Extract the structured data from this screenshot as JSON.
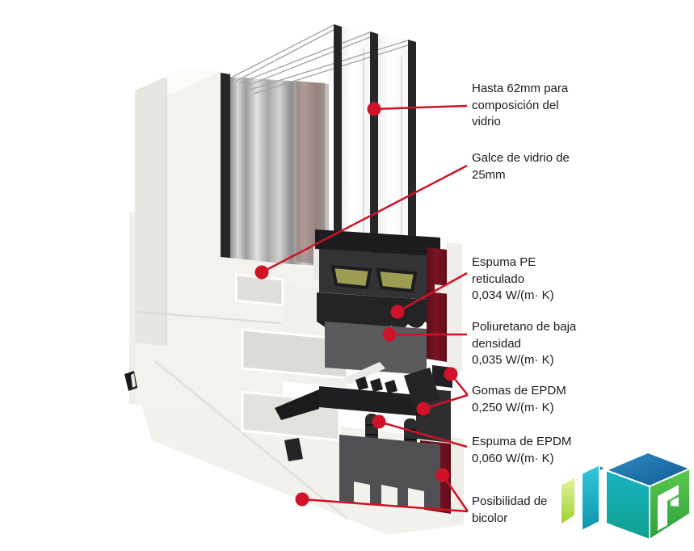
{
  "diagram": {
    "type": "aluminium-window-profile-cross-section",
    "background": "#ffffff",
    "accent_red": "#cf1228",
    "annotations": [
      {
        "id": "glass-composition",
        "text": "Hasta 62mm para composición del vidrio",
        "value": ""
      },
      {
        "id": "glass-rebate",
        "text": "Galce de vidrio de 25mm",
        "value": ""
      },
      {
        "id": "pe-foam",
        "text": "Espuma PE reticulado",
        "value": "0,034 W/(m· K)"
      },
      {
        "id": "polyurethane",
        "text": "Poliuretano de baja densidad",
        "value": "0,035 W/(m· K)"
      },
      {
        "id": "epdm-gaskets",
        "text": "Gomas de EPDM",
        "value": "0,250 W/(m· K)"
      },
      {
        "id": "epdm-foam",
        "text": "Espuma de EPDM",
        "value": "0,060 W/(m· K)"
      },
      {
        "id": "bicolor",
        "text": "Posibilidad de bicolor",
        "value": ""
      }
    ],
    "materials": {
      "frame_white": "#f3f2ed",
      "frame_shadow": "#e7e6e1",
      "glazing_bar_black": "#272727",
      "thermal_break_dark": "#333335",
      "pe_foam_olive": "#9c9c52",
      "polyurethane_gray": "#5a5a5c",
      "epdm_black": "#202022",
      "bicolor_maroon": "#6e0f1e"
    },
    "logo": {
      "name": "brand-logo",
      "colors": {
        "lime": "#a8d82e",
        "cyan": "#14aac4",
        "blue": "#1a6fae",
        "green": "#3cb54a"
      }
    }
  }
}
